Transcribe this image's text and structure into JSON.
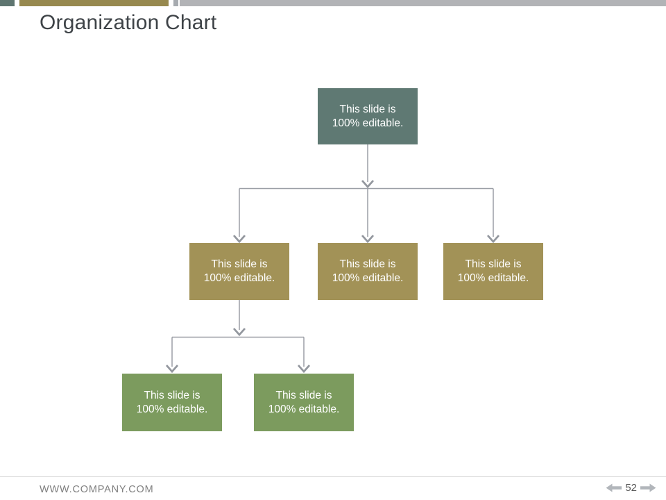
{
  "slide": {
    "title": "Organization Chart",
    "org_chart": {
      "nodes": [
        {
          "id": "root",
          "level": 1,
          "label": "This slide is 100% editable.",
          "color": "#5f7973"
        },
        {
          "id": "branch-1",
          "level": 2,
          "label": "This slide is 100% editable.",
          "color": "#a29257"
        },
        {
          "id": "branch-2",
          "level": 2,
          "label": "This slide is 100% editable.",
          "color": "#a29257"
        },
        {
          "id": "branch-3",
          "level": 2,
          "label": "This slide is 100% editable.",
          "color": "#a29257"
        },
        {
          "id": "leaf-1",
          "level": 3,
          "label": "This slide is 100% editable.",
          "color": "#7c9b5e"
        },
        {
          "id": "leaf-2",
          "level": 3,
          "label": "This slide is 100% editable.",
          "color": "#7c9b5e"
        }
      ]
    },
    "footer": {
      "website": "WWW.COMPANY.COM",
      "page_number": "52"
    },
    "colors": {
      "accent_teal": "#5e7570",
      "accent_olive": "#97894f",
      "accent_gray_small": "#a7abb0",
      "accent_gray": "#b2b3b6",
      "node_root": "#5f7973",
      "node_branch": "#a29257",
      "node_leaf": "#7c9b5e",
      "connector": "#9a9ea5",
      "arrow_icon": "#b2b6bb"
    }
  }
}
